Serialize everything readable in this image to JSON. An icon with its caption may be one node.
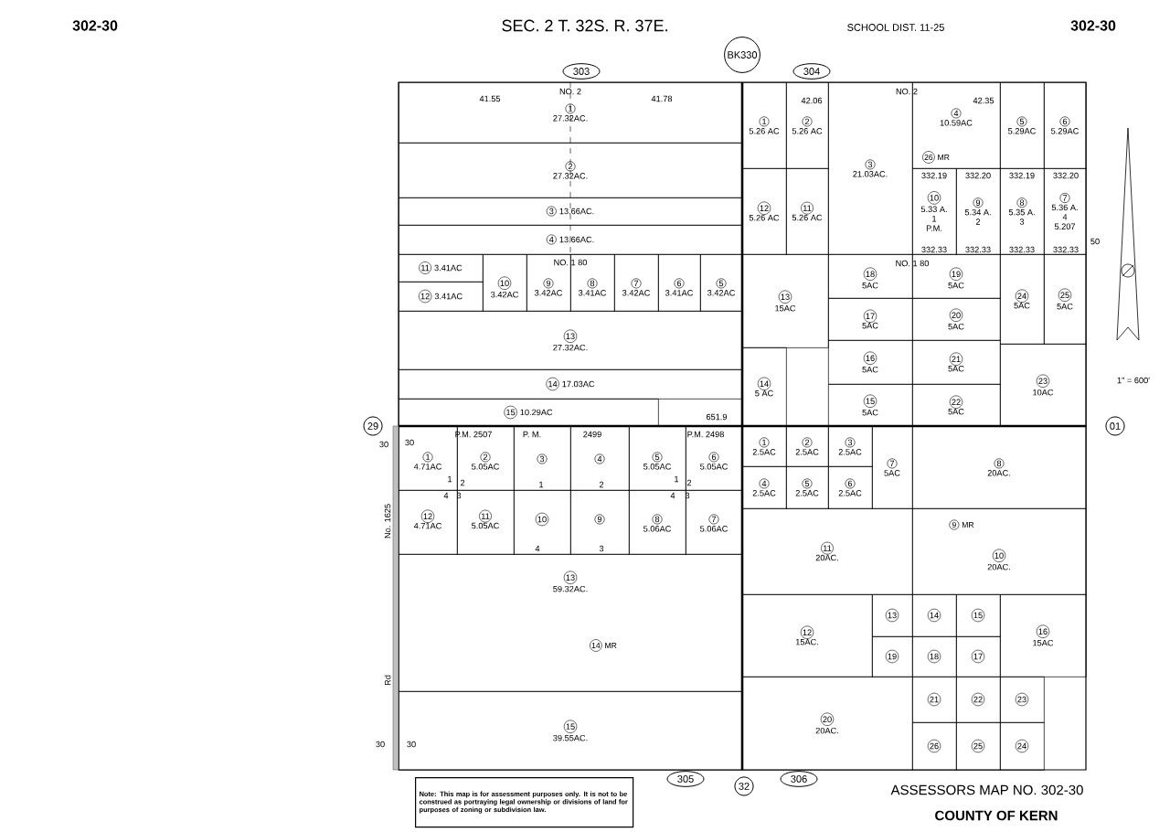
{
  "diagram": {
    "title": "SEC. 2 T. 32S. R. 37E.",
    "nodes": [
      {
        "text": [
          "303"
        ]
      },
      {
        "text": [
          "BK330"
        ]
      },
      {
        "text": [
          "304"
        ]
      },
      {
        "text": [
          "1",
          "27.32AC."
        ]
      },
      {
        "text": [
          "2",
          "27.32AC."
        ]
      },
      {
        "text": [
          "3",
          "13.66AC."
        ]
      },
      {
        "text": [
          "4",
          "13.66AC."
        ]
      },
      {
        "text": [
          "11",
          "3.41AC"
        ]
      },
      {
        "text": [
          "10",
          "3.42AC"
        ]
      },
      {
        "text": [
          "9",
          "3.42AC"
        ]
      },
      {
        "text": [
          "8",
          "3.41AC"
        ]
      },
      {
        "text": [
          "7",
          "3.42AC"
        ]
      },
      {
        "text": [
          "6",
          "3.41AC"
        ]
      },
      {
        "text": [
          "5",
          "3.42AC"
        ]
      },
      {
        "text": [
          "12",
          "3.41AC"
        ]
      },
      {
        "text": [
          "13",
          "27.32AC."
        ]
      },
      {
        "text": [
          "14",
          "17.03AC"
        ]
      },
      {
        "text": [
          "15",
          "10.29AC"
        ]
      },
      {
        "text": [
          "1",
          "5.26 AC"
        ]
      },
      {
        "text": [
          "2",
          "5.26 AC"
        ]
      },
      {
        "text": [
          "3",
          "21.03AC."
        ]
      },
      {
        "text": [
          "4",
          "10.59AC"
        ]
      },
      {
        "text": [
          "26",
          "MR"
        ],
        "in": 21
      },
      {
        "text": [
          "5",
          "5.29AC"
        ]
      },
      {
        "text": [
          "6",
          "5.29AC"
        ]
      },
      {
        "text": [
          "12",
          "5.26 AC"
        ]
      },
      {
        "text": [
          "11",
          "5.26 AC"
        ]
      },
      {
        "text": [
          "10",
          "5.33 A.",
          "1",
          "P.M."
        ]
      },
      {
        "text": [
          "9",
          "5.34 A.",
          "2"
        ]
      },
      {
        "text": [
          "8",
          "5.35 A.",
          "3"
        ]
      },
      {
        "text": [
          "7",
          "5.36 A.",
          "4",
          "5.207"
        ]
      },
      {
        "text": [
          "18",
          "5AC"
        ]
      },
      {
        "text": [
          "19",
          "5AC"
        ]
      },
      {
        "text": [
          "24",
          "5AC"
        ]
      },
      {
        "text": [
          "25",
          "5AC"
        ]
      },
      {
        "text": [
          "13",
          "15AC"
        ]
      },
      {
        "text": [
          "17",
          "5AC"
        ]
      },
      {
        "text": [
          "20",
          "5AC"
        ]
      },
      {
        "text": [
          "16",
          "5AC"
        ]
      },
      {
        "text": [
          "21",
          "5AC"
        ]
      },
      {
        "text": [
          "23",
          "10AC"
        ]
      },
      {
        "text": [
          "14",
          "5 AC"
        ]
      },
      {
        "text": [
          "15",
          "5AC"
        ]
      },
      {
        "text": [
          "22",
          "5AC"
        ]
      },
      {
        "text": [
          "29"
        ]
      },
      {
        "text": [
          "01"
        ]
      },
      {
        "text": [
          "1",
          "4.71AC"
        ]
      },
      {
        "text": [
          "2",
          "5.05AC"
        ]
      },
      {
        "text": [
          "3"
        ]
      },
      {
        "text": [
          "4"
        ]
      },
      {
        "text": [
          "5",
          "5.05AC"
        ]
      },
      {
        "text": [
          "6",
          "5.05AC"
        ]
      },
      {
        "text": [
          "12",
          "4.71AC"
        ]
      },
      {
        "text": [
          "11",
          "5.05AC"
        ]
      },
      {
        "text": [
          "10"
        ]
      },
      {
        "text": [
          "9"
        ]
      },
      {
        "text": [
          "8",
          "5.06AC"
        ]
      },
      {
        "text": [
          "7",
          "5.06AC"
        ]
      },
      {
        "text": [
          "13",
          "59.32AC."
        ]
      },
      {
        "text": [
          "14",
          "MR"
        ],
        "in": 58
      },
      {
        "text": [
          "15",
          "39.55AC."
        ]
      },
      {
        "text": [
          "1",
          "2.5AC"
        ]
      },
      {
        "text": [
          "2",
          "2.5AC"
        ]
      },
      {
        "text": [
          "3",
          "2.5AC"
        ]
      },
      {
        "text": [
          "7",
          "5AC"
        ]
      },
      {
        "text": [
          "8",
          "20AC."
        ]
      },
      {
        "text": [
          "4",
          "2.5AC"
        ]
      },
      {
        "text": [
          "5",
          "2.5AC"
        ]
      },
      {
        "text": [
          "6",
          "2.5AC"
        ]
      },
      {
        "text": [
          "11",
          "20AC."
        ]
      },
      {
        "text": [
          "10",
          "20AC."
        ]
      },
      {
        "text": [
          "9",
          "MR"
        ],
        "in": 70
      },
      {
        "text": [
          "12",
          "15AC."
        ]
      },
      {
        "text": [
          "13"
        ]
      },
      {
        "text": [
          "14"
        ]
      },
      {
        "text": [
          "15"
        ]
      },
      {
        "text": [
          "16",
          "15AC"
        ]
      },
      {
        "text": [
          "19"
        ]
      },
      {
        "text": [
          "18"
        ]
      },
      {
        "text": [
          "17"
        ]
      },
      {
        "text": [
          "20",
          "20AC."
        ]
      },
      {
        "text": [
          "21"
        ]
      },
      {
        "text": [
          "22"
        ]
      },
      {
        "text": [
          "23"
        ]
      },
      {
        "text": [
          "26"
        ]
      },
      {
        "text": [
          "25"
        ]
      },
      {
        "text": [
          "24"
        ]
      },
      {
        "text": [
          "305"
        ]
      },
      {
        "text": [
          "32"
        ]
      },
      {
        "text": [
          "306"
        ]
      },
      {
        "text": [
          "Note: This map is for assessment purposes only. It is not to be construed as portraying legal ownership or divisions of land for purposes of zoning or subdivision law."
        ]
      }
    ],
    "labels": [
      "302-30",
      "SCHOOL DIST. 11-25",
      "302-30",
      "41.55",
      "NO. 2",
      "41.78",
      "42.06",
      "NO. 2",
      "42.35",
      "1\" = 600'",
      "332.19",
      "332.20",
      "332.19",
      "332.20",
      "NO. 1 80",
      "NO. 1 80",
      "332.33",
      "332.33",
      "332.33",
      "332.33",
      "50",
      "651.9",
      "P.M. 2507",
      "P. M.",
      "2499",
      "P.M. 2498",
      "30",
      "30",
      "1",
      "2",
      "4",
      "3",
      "1",
      "2",
      "1",
      "2",
      "4",
      "3",
      "4",
      "3",
      "No. 1625",
      "Rd",
      "30",
      "30",
      "ASSESSORS MAP NO. 302-30",
      "COUNTY OF KERN"
    ]
  }
}
